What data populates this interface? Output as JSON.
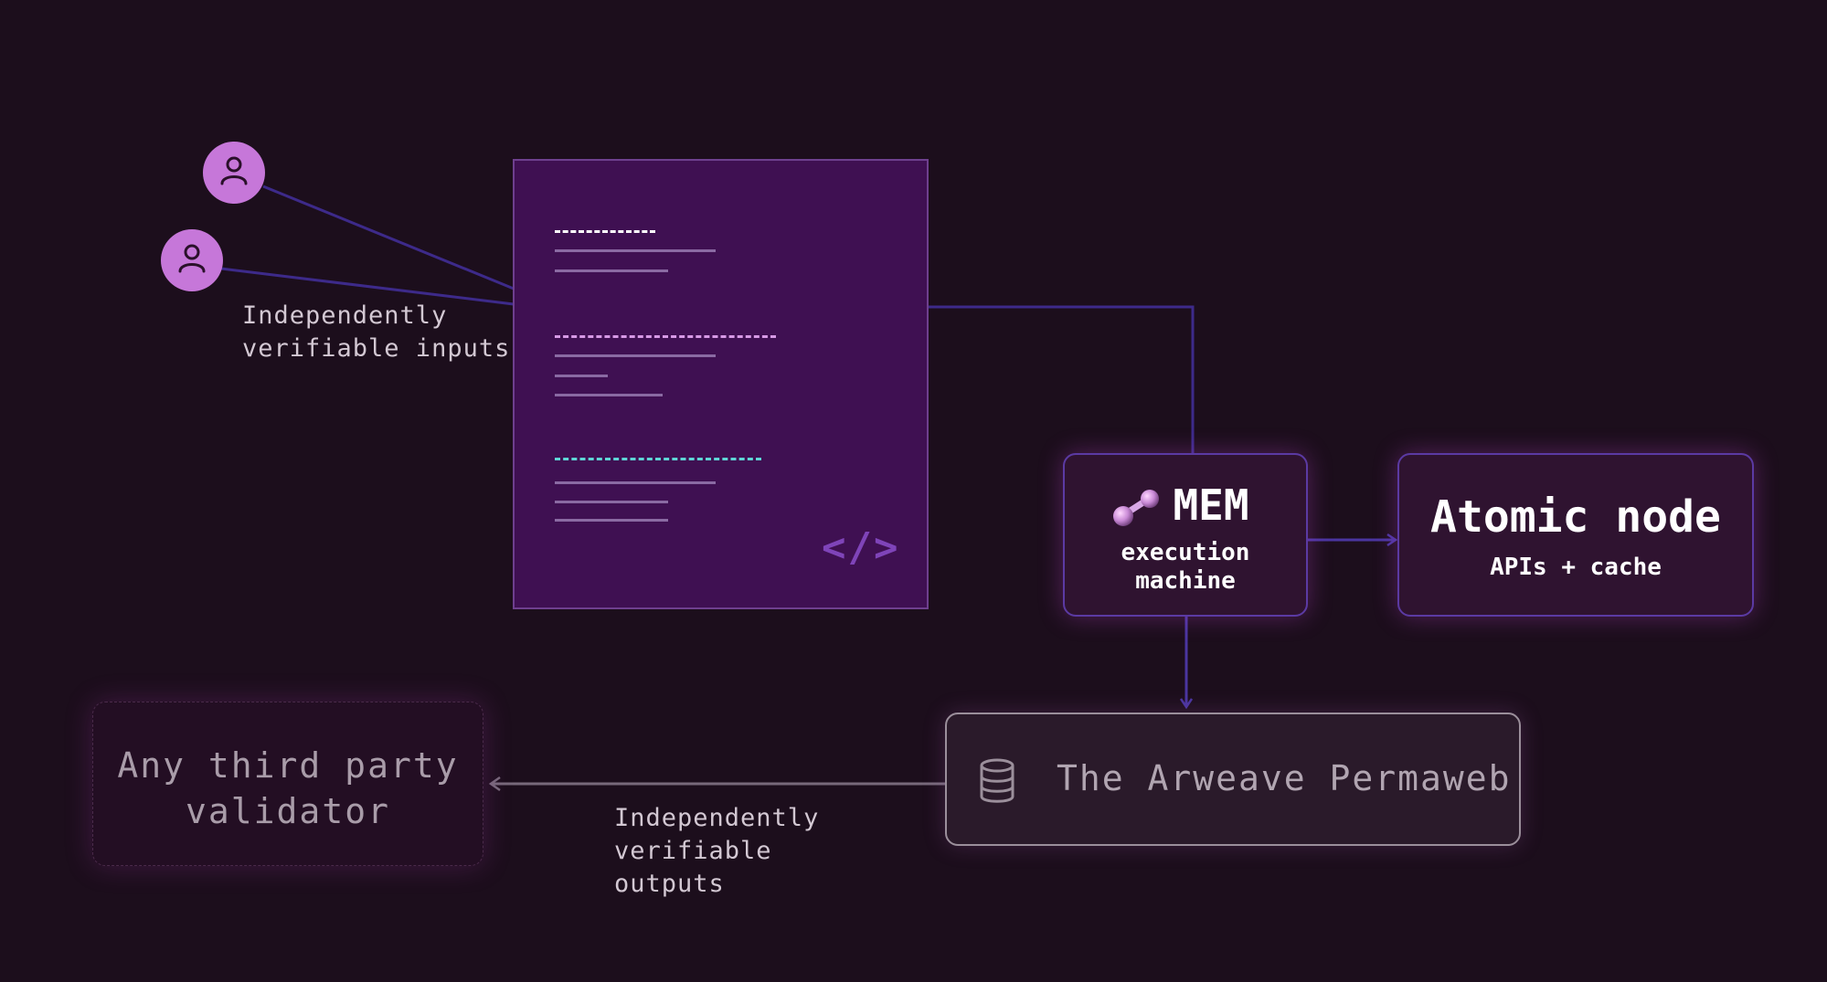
{
  "colors": {
    "background": "#1c0e1c",
    "avatar": "#c677d9",
    "contract_fill": "#3f1052",
    "connector": "#3d2a8a",
    "box_border": "#5b3aa3",
    "dash_white": "#ffffff",
    "dash_pink": "#d79ae6",
    "dash_cyan": "#5fd6d6"
  },
  "inputs": {
    "avatars": [
      {
        "icon": "user-icon"
      },
      {
        "icon": "user-icon"
      }
    ],
    "label": "Independently\nverifiable inputs"
  },
  "contract": {
    "icon": "code-icon",
    "code_glyph": "</>"
  },
  "mem": {
    "icon": "molecule-icon",
    "title": "MEM",
    "subtitle": "execution\nmachine"
  },
  "atomic": {
    "title": "Atomic node",
    "subtitle": "APIs + cache"
  },
  "permaweb": {
    "icon": "database-icon",
    "label": "The Arweave Permaweb"
  },
  "outputs": {
    "label": "Independently\nverifiable\noutputs"
  },
  "validator": {
    "label": "Any third party\nvalidator"
  }
}
